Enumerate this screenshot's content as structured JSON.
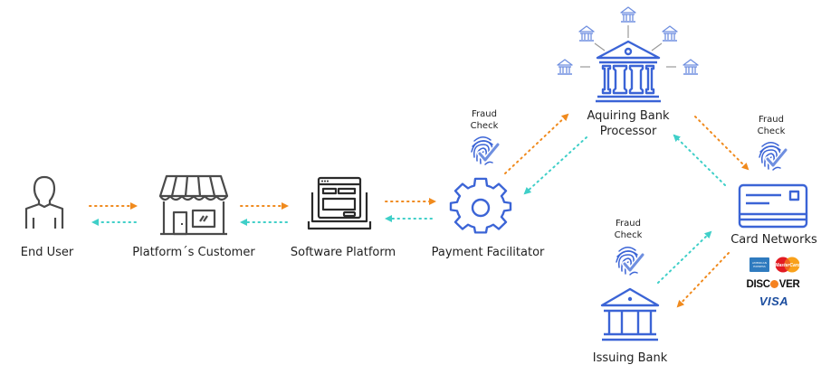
{
  "colors": {
    "gray_icon": "#4a4a4a",
    "blue_icon": "#3b64d6",
    "blue_light": "#6f8fe0",
    "request_arrow": "#f08a1d",
    "response_arrow": "#3fcfc8",
    "text": "#222222"
  },
  "nodes": {
    "end_user": {
      "label": "End User",
      "icon": "person-icon"
    },
    "platform_customer": {
      "label": "Platform´s Customer",
      "icon": "storefront-icon"
    },
    "software_platform": {
      "label": "Software Platform",
      "icon": "laptop-icon"
    },
    "payment_facilitator": {
      "label": "Payment Facilitator",
      "icon": "gear-icon"
    },
    "acquiring_bank": {
      "label_line1": "Aquiring Bank",
      "label_line2": "Processor",
      "icon": "bank-network-icon"
    },
    "card_networks": {
      "label": "Card Networks",
      "icon": "credit-card-icon"
    },
    "issuing_bank": {
      "label": "Issuing Bank",
      "icon": "bank-icon"
    }
  },
  "fraud_check": {
    "line1": "Fraud",
    "line2": "Check",
    "icon": "fingerprint-check-icon"
  },
  "card_brands": {
    "amex": "AMERICAN EXPRESS",
    "mastercard": "MasterCard",
    "discover_pre": "DISC",
    "discover_post": "VER",
    "visa": "VISA"
  },
  "flows": [
    {
      "from": "End User",
      "to": "Platform´s Customer",
      "type": "request"
    },
    {
      "from": "Platform´s Customer",
      "to": "End User",
      "type": "response"
    },
    {
      "from": "Platform´s Customer",
      "to": "Software Platform",
      "type": "request"
    },
    {
      "from": "Software Platform",
      "to": "Platform´s Customer",
      "type": "response"
    },
    {
      "from": "Software Platform",
      "to": "Payment Facilitator",
      "type": "request"
    },
    {
      "from": "Payment Facilitator",
      "to": "Software Platform",
      "type": "response"
    },
    {
      "from": "Payment Facilitator",
      "to": "Aquiring Bank Processor",
      "type": "request"
    },
    {
      "from": "Aquiring Bank Processor",
      "to": "Payment Facilitator",
      "type": "response"
    },
    {
      "from": "Aquiring Bank Processor",
      "to": "Card Networks",
      "type": "request"
    },
    {
      "from": "Card Networks",
      "to": "Aquiring Bank Processor",
      "type": "response"
    },
    {
      "from": "Card Networks",
      "to": "Issuing Bank",
      "type": "request"
    },
    {
      "from": "Issuing Bank",
      "to": "Card Networks",
      "type": "response"
    }
  ]
}
